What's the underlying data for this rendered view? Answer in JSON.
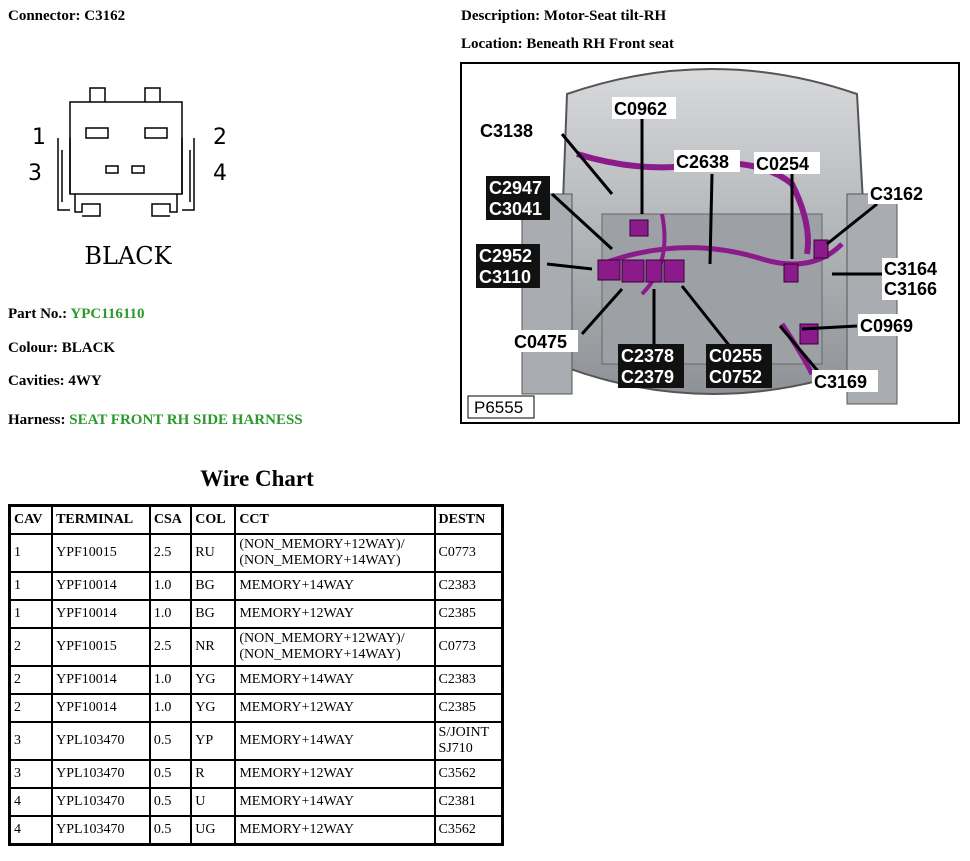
{
  "connector": {
    "label": "Connector:",
    "value": "C3162"
  },
  "description": {
    "label": "Description:",
    "value": "Motor-Seat tilt-RH"
  },
  "location": {
    "label": "Location:",
    "value": "Beneath RH Front seat"
  },
  "pinout": {
    "pin_numbers": [
      "1",
      "2",
      "3",
      "4"
    ],
    "color_label": "BLACK"
  },
  "part_no": {
    "label": "Part No.:",
    "value": "YPC116110"
  },
  "colour": {
    "label": "Colour:",
    "value": "BLACK"
  },
  "cavities": {
    "label": "Cavities:",
    "value": "4WY"
  },
  "harness": {
    "label": "Harness:",
    "value": "SEAT FRONT RH SIDE HARNESS"
  },
  "photo": {
    "id": "P6555",
    "callouts": [
      "C0962",
      "C3138",
      "C2638",
      "C0254",
      "C2947",
      "C3041",
      "C3162",
      "C2952",
      "C3110",
      "C3164",
      "C3166",
      "C0969",
      "C0475",
      "C2378",
      "C2379",
      "C0255",
      "C0752",
      "C3169"
    ]
  },
  "wire_chart": {
    "title": "Wire Chart",
    "headers": [
      "CAV",
      "TERMINAL",
      "CSA",
      "COL",
      "CCT",
      "DESTN"
    ],
    "rows": [
      [
        "1",
        "YPF10015",
        "2.5",
        "RU",
        "(NON_MEMORY+12WAY)/\n(NON_MEMORY+14WAY)",
        "C0773"
      ],
      [
        "1",
        "YPF10014",
        "1.0",
        "BG",
        "MEMORY+14WAY",
        "C2383"
      ],
      [
        "1",
        "YPF10014",
        "1.0",
        "BG",
        "MEMORY+12WAY",
        "C2385"
      ],
      [
        "2",
        "YPF10015",
        "2.5",
        "NR",
        "(NON_MEMORY+12WAY)/\n(NON_MEMORY+14WAY)",
        "C0773"
      ],
      [
        "2",
        "YPF10014",
        "1.0",
        "YG",
        "MEMORY+14WAY",
        "C2383"
      ],
      [
        "2",
        "YPF10014",
        "1.0",
        "YG",
        "MEMORY+12WAY",
        "C2385"
      ],
      [
        "3",
        "YPL103470",
        "0.5",
        "YP",
        "MEMORY+14WAY",
        "S/JOINT\nSJ710"
      ],
      [
        "3",
        "YPL103470",
        "0.5",
        "R",
        "MEMORY+12WAY",
        "C3562"
      ],
      [
        "4",
        "YPL103470",
        "0.5",
        "U",
        "MEMORY+14WAY",
        "C2381"
      ],
      [
        "4",
        "YPL103470",
        "0.5",
        "UG",
        "MEMORY+12WAY",
        "C3562"
      ]
    ]
  },
  "colors": {
    "harness_green": "#2a9a2a",
    "connector_magenta": "#8b1a8b"
  }
}
